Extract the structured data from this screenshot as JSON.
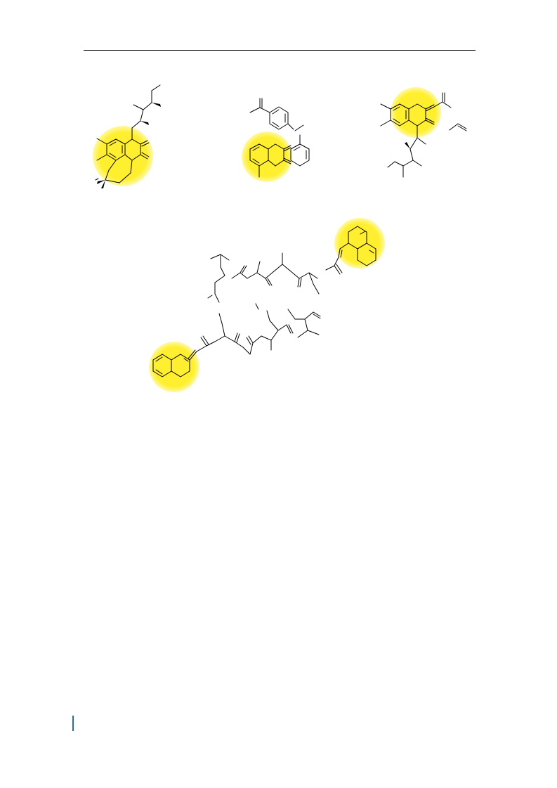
{
  "colors": {
    "highlight": "#FFEF2E",
    "highlight_edge": "#FFF9A8",
    "accent": "#1F6FB2",
    "bond": "#000000"
  },
  "figure": {
    "highlight_count": 5,
    "structures": [
      "molecule-1",
      "molecule-2",
      "molecule-3",
      "cyclic-peptide"
    ]
  }
}
